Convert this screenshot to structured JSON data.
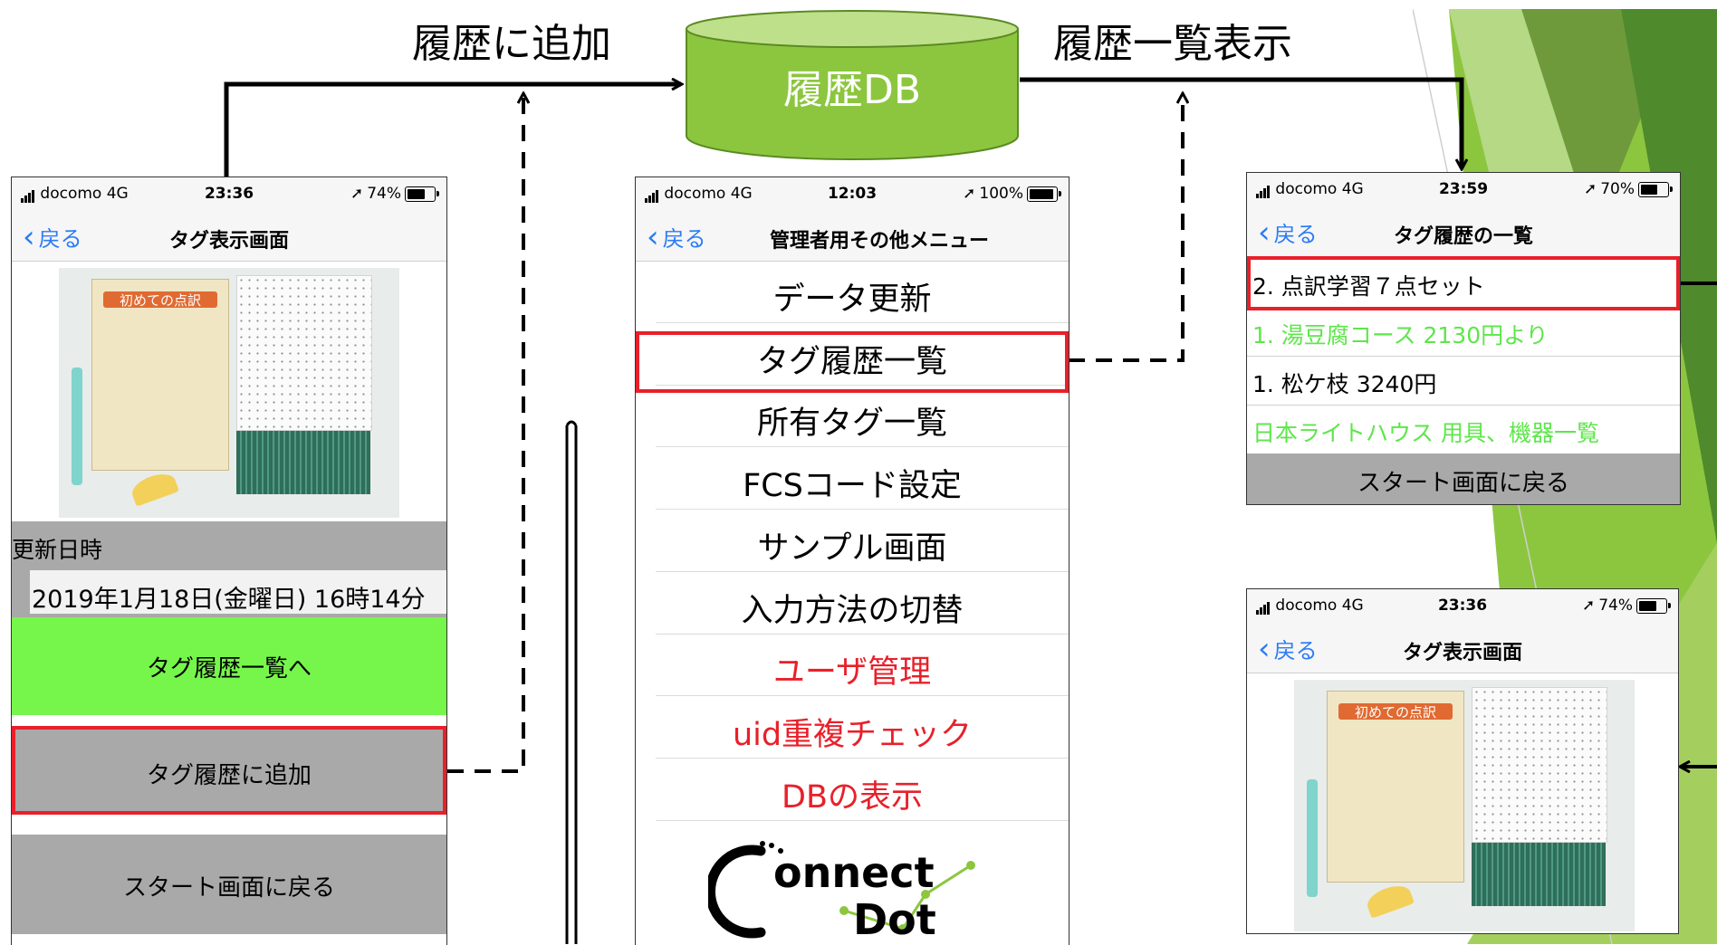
{
  "flow": {
    "add_label": "履歴に追加",
    "list_label": "履歴一覧表示",
    "db_label": "履歴DB"
  },
  "colors": {
    "db_fill": "#8cc63f",
    "db_top": "#bfe08a",
    "highlight": "#e8202a",
    "green_button": "#76f64b",
    "gray_button": "#a9a9a9",
    "link_green": "#5ee64b",
    "red_text": "#e8202a",
    "ios_blue": "#2b7cf6"
  },
  "screen_tag": {
    "status": {
      "carrier": "docomo  4G",
      "time": "23:36",
      "battery": "74%"
    },
    "back_label": "戻る",
    "title": "タグ表示画面",
    "book_title": "初めての点訳",
    "update_label": "更新日時",
    "update_value": "2019年1月18日(金曜日) 16時14分",
    "to_history_button": "タグ履歴一覧へ",
    "add_history_button": "タグ履歴に追加",
    "back_to_start_button": "スタート画面に戻る"
  },
  "screen_menu": {
    "status": {
      "carrier": "docomo  4G",
      "time": "12:03",
      "battery": "100%"
    },
    "back_label": "戻る",
    "title": "管理者用その他メニュー",
    "items": [
      {
        "label": "データ更新",
        "color": "#000000"
      },
      {
        "label": "タグ履歴一覧",
        "color": "#000000"
      },
      {
        "label": "所有タグ一覧",
        "color": "#000000"
      },
      {
        "label": "FCSコード設定",
        "color": "#000000"
      },
      {
        "label": "サンプル画面",
        "color": "#000000"
      },
      {
        "label": "入力方法の切替",
        "color": "#000000"
      },
      {
        "label": "ユーザ管理",
        "color": "#e8202a"
      },
      {
        "label": "uid重複チェック",
        "color": "#e8202a"
      },
      {
        "label": "DBの表示",
        "color": "#e8202a"
      }
    ],
    "logo_text_1": "onnect",
    "logo_text_2": "Dot"
  },
  "screen_history": {
    "status": {
      "carrier": "docomo  4G",
      "time": "23:59",
      "battery": "70%"
    },
    "back_label": "戻る",
    "title": "タグ履歴の一覧",
    "items": [
      {
        "label": "2. 点訳学習７点セット",
        "color": "#000000"
      },
      {
        "label": "1. 湯豆腐コース 2130円より",
        "color": "#5ee64b"
      },
      {
        "label": "1. 松ケ枝 3240円",
        "color": "#000000"
      },
      {
        "label": "日本ライトハウス 用具、機器一覧",
        "color": "#5ee64b"
      }
    ],
    "back_to_start_button": "スタート画面に戻る"
  },
  "screen_tag_2": {
    "status": {
      "carrier": "docomo  4G",
      "time": "23:36",
      "battery": "74%"
    },
    "back_label": "戻る",
    "title": "タグ表示画面",
    "book_title": "初めての点訳"
  }
}
